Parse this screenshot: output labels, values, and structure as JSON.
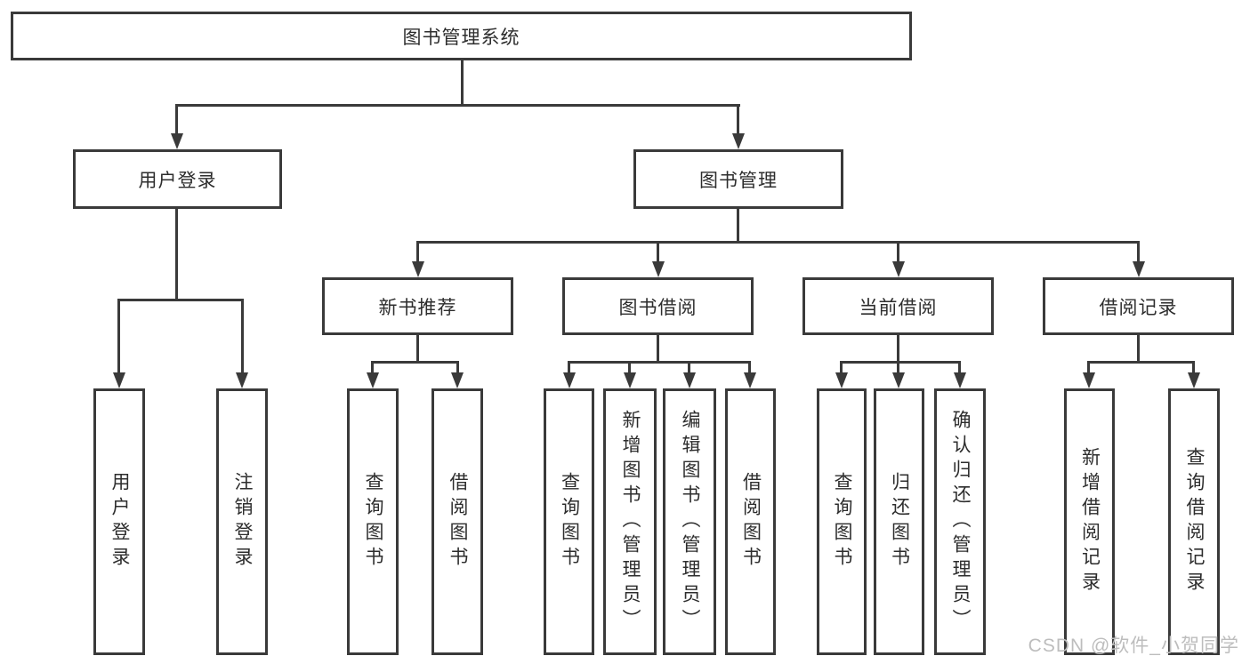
{
  "diagram": {
    "root": {
      "label": "图书管理系统"
    },
    "branches": {
      "user": {
        "label": "用户登录",
        "children": [
          {
            "label": "用户登录"
          },
          {
            "label": "注销登录"
          }
        ]
      },
      "book": {
        "label": "图书管理",
        "children": [
          {
            "label": "新书推荐",
            "children": [
              {
                "label": "查询图书"
              },
              {
                "label": "借阅图书"
              }
            ]
          },
          {
            "label": "图书借阅",
            "children": [
              {
                "label": "查询图书"
              },
              {
                "label": "新增图书（管理员）"
              },
              {
                "label": "编辑图书（管理员）"
              },
              {
                "label": "借阅图书"
              }
            ]
          },
          {
            "label": "当前借阅",
            "children": [
              {
                "label": "查询图书"
              },
              {
                "label": "归还图书"
              },
              {
                "label": "确认归还（管理员）"
              }
            ]
          },
          {
            "label": "借阅记录",
            "children": [
              {
                "label": "新增借阅记录"
              },
              {
                "label": "查询借阅记录"
              }
            ]
          }
        ]
      }
    },
    "watermark": "CSDN @软件_小贺同学",
    "colors": {
      "line": "#3a3a3a",
      "text": "#2d2d2d",
      "watermark": "#bdbdbd",
      "background": "#ffffff"
    }
  }
}
